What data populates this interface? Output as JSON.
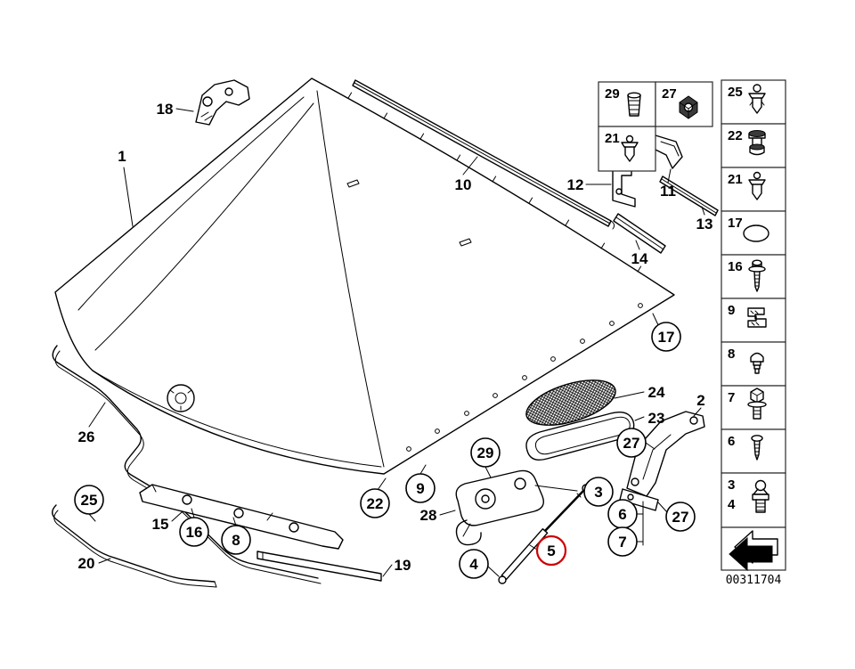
{
  "doc_number": "00311704",
  "colors": {
    "line": "#000000",
    "highlight": "#cc0000"
  },
  "highlighted_callout": "5",
  "callouts": {
    "p1": "1",
    "p2": "2",
    "p3": "3",
    "p4": "4",
    "p5": "5",
    "p6": "6",
    "p7": "7",
    "p8": "8",
    "p9": "9",
    "p10": "10",
    "p11": "11",
    "p12": "12",
    "p13": "13",
    "p14": "14",
    "p15": "15",
    "p16": "16",
    "p17": "17",
    "p18": "18",
    "p19": "19",
    "p20": "20",
    "p22": "22",
    "p23": "23",
    "p24": "24",
    "p25": "25",
    "p26": "26",
    "p27a": "27",
    "p27b": "27",
    "p28": "28",
    "p29": "29"
  },
  "legend_top": {
    "cell1": "29",
    "cell2": "27",
    "cell3": "21"
  },
  "legend_side": [
    {
      "num": "25",
      "icon": "expanding-rivet"
    },
    {
      "num": "22",
      "icon": "grommet"
    },
    {
      "num": "21",
      "icon": "rivet"
    },
    {
      "num": "17",
      "icon": "blanking-cover"
    },
    {
      "num": "16",
      "icon": "screw-with-washer"
    },
    {
      "num": "9",
      "icon": "clamp"
    },
    {
      "num": "8",
      "icon": "rubber-buffer"
    },
    {
      "num": "7",
      "icon": "hex-bolt-washer"
    },
    {
      "num": "6",
      "icon": "screw"
    },
    {
      "num": "3",
      "num2": "4",
      "icon": "ball-pin"
    }
  ]
}
